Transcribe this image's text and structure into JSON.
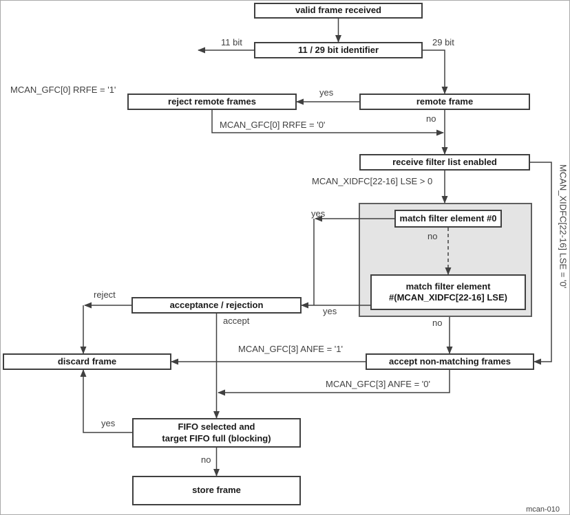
{
  "diagram": {
    "figure_id": "mcan-010",
    "nodes": {
      "valid_frame": "valid frame received",
      "identifier": "11 / 29 bit identifier",
      "remote_frame": "remote frame",
      "reject_remote": "reject remote frames",
      "receive_filter": "receive filter list enabled",
      "match0": "match filter element #0",
      "matchN_line1": "match filter element",
      "matchN_line2": "#(MCAN_XIDFC[22-16] LSE)",
      "acceptance": "acceptance / rejection",
      "discard": "discard frame",
      "accept_non_matching": "accept non-matching frames",
      "fifo_line1": "FIFO selected and",
      "fifo_line2": "target FIFO full (blocking)",
      "store": "store frame"
    },
    "labels": {
      "bit11": "11 bit",
      "bit29": "29 bit",
      "yes_remote": "yes",
      "no_remote": "no",
      "rrfe1": "MCAN_GFC[0] RRFE = '1'",
      "rrfe0": "MCAN_GFC[0] RRFE = '0'",
      "lse_gt0": "MCAN_XIDFC[22-16] LSE > 0",
      "lse_eq0": "MCAN_XIDFC[22-16] LSE = '0'",
      "yes_match0": "yes",
      "no_match0": "no",
      "yes_matchN": "yes",
      "no_gray": "no",
      "reject": "reject",
      "accept": "accept",
      "anfe1": "MCAN_GFC[3] ANFE = '1'",
      "anfe0": "MCAN_GFC[3] ANFE = '0'",
      "yes_fifo": "yes",
      "no_fifo": "no"
    },
    "colors": {
      "line": "#404040",
      "box_border": "#3f3f3f",
      "gray_fill": "#e4e4e4",
      "text": "#1a1a1a",
      "label_text": "#404040"
    }
  }
}
